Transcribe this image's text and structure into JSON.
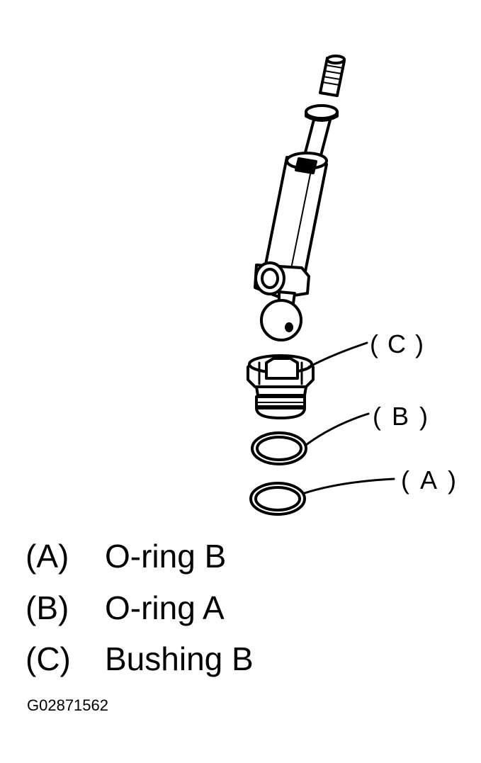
{
  "callouts": {
    "c": "(C)",
    "b": "(B)",
    "a": "(A)"
  },
  "legend": [
    {
      "key": "(A)",
      "name": "O-ring B"
    },
    {
      "key": "(B)",
      "name": "O-ring A"
    },
    {
      "key": "(C)",
      "name": "Bushing B"
    }
  ],
  "figure_code": "G02871562"
}
